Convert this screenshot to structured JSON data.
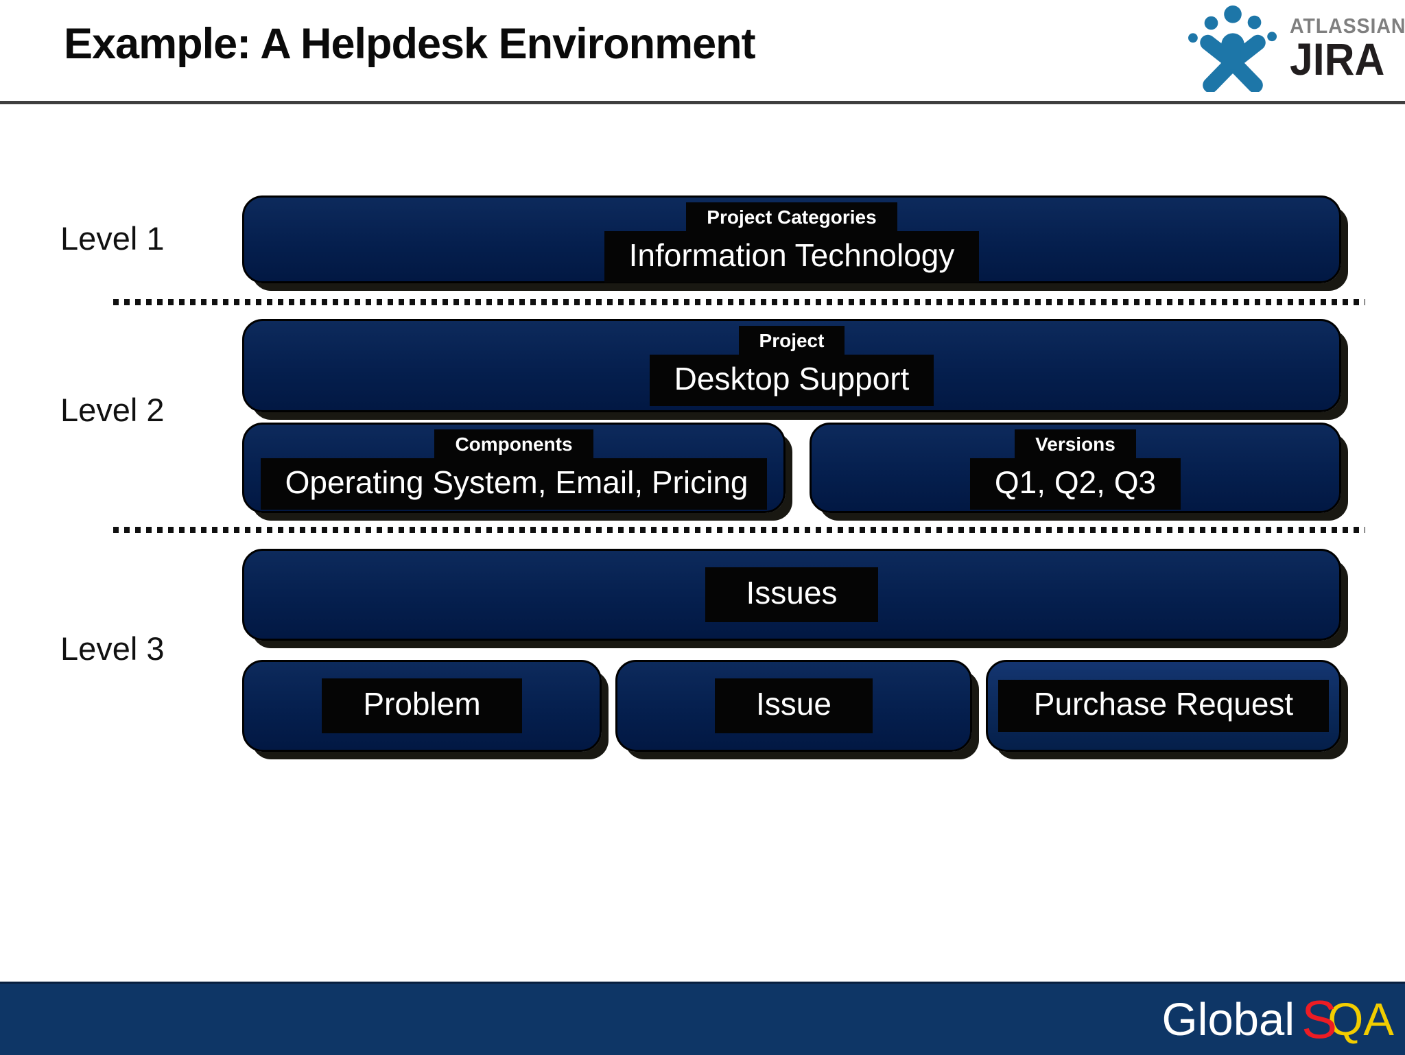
{
  "header": {
    "title": "Example: A Helpdesk Environment"
  },
  "jira_logo": {
    "brand": "ATLASSIAN",
    "product": "JIRA",
    "figure_color": "#1d76a8",
    "brand_color": "#7f7f7f",
    "product_color": "#211d1e"
  },
  "levels": [
    {
      "label": "Level 1"
    },
    {
      "label": "Level 2"
    },
    {
      "label": "Level 3"
    }
  ],
  "boxes": {
    "project_categories": {
      "tag": "Project Categories",
      "value": "Information Technology"
    },
    "project": {
      "tag": "Project",
      "value": "Desktop Support"
    },
    "components": {
      "tag": "Components",
      "value": "Operating System, Email, Pricing"
    },
    "versions": {
      "tag": "Versions",
      "value": "Q1, Q2, Q3"
    },
    "issues": {
      "value": "Issues"
    },
    "issue_types": [
      {
        "value": "Problem"
      },
      {
        "value": "Issue"
      },
      {
        "value": "Purchase Request"
      }
    ]
  },
  "footer": {
    "brand_parts": [
      {
        "text": "Global",
        "color": "#ffffff"
      },
      {
        "text": "S",
        "color": "#ed1c24"
      },
      {
        "text": "QA",
        "color": "#f2cd00"
      }
    ]
  },
  "colors": {
    "box_navy": "#06204f",
    "plate_black": "#050505",
    "footer_navy": "#0e3666",
    "jira_blue": "#1d76a8"
  }
}
